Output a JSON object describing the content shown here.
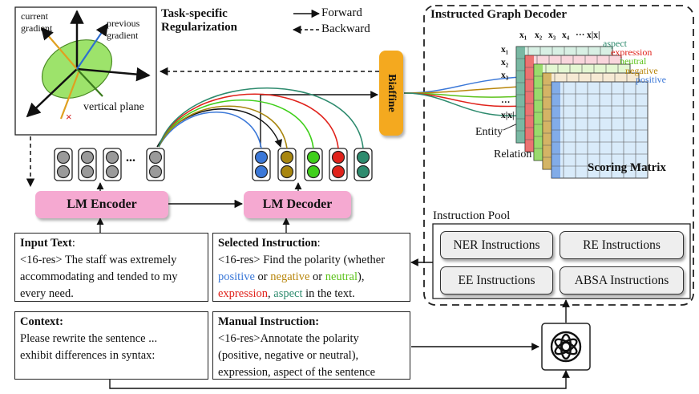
{
  "regularization": {
    "title_line1": "Task-specific",
    "title_line2": "Regularization",
    "current_gradient_line1": "current",
    "current_gradient_line2": "gradient",
    "previous_gradient_line1": "previous",
    "previous_gradient_line2": "gradient",
    "vertical_plane": "vertical plane"
  },
  "legend": {
    "forward": "Forward",
    "backward": "Backward"
  },
  "decoder_panel": {
    "title": "Instructed Graph Decoder",
    "col_headers": [
      "x₁",
      "x₂",
      "x₃",
      "x₄",
      "···",
      "x|x|"
    ],
    "row_headers": [
      "x₁",
      "x₂",
      "x₃",
      "···",
      "x|x|"
    ],
    "layers": [
      {
        "label": "aspect",
        "color": "#2e8b6e"
      },
      {
        "label": "expression",
        "color": "#e0221b"
      },
      {
        "label": "neutral",
        "color": "#5cc21a"
      },
      {
        "label": "negative",
        "color": "#b8860b"
      },
      {
        "label": "positive",
        "color": "#3b78d8"
      }
    ],
    "entity_label": "Entity",
    "relation_label": "Relation",
    "scoring_matrix": "Scoring Matrix"
  },
  "biaffine": "Biaffine",
  "encoder": {
    "label": "LM Encoder",
    "ellipsis": "..."
  },
  "decoder": {
    "label": "LM Decoder"
  },
  "token_colors": [
    "#3b78d8",
    "#a8860f",
    "#3fcf1a",
    "#e0221b",
    "#2e8b6e"
  ],
  "input_text": {
    "title": "Input Text",
    "title_suffix": ":",
    "body": "<16-res> The staff was extremely accommodating and tended to my every need."
  },
  "selected_instruction": {
    "title": "Selected Instruction",
    "title_suffix": ":",
    "prefix": "<16-res> Find the polarity (whether",
    "w_positive": "positive",
    "or1": " or ",
    "w_negative": "negative",
    "or2": " or ",
    "w_neutral": "neutral",
    "close": "),",
    "w_expression": "expression",
    "comma": ", ",
    "w_aspect": "aspect",
    "suffix": " in the text."
  },
  "context": {
    "title": "Context:",
    "line1": "Please rewrite the sentence ...",
    "line2": "exhibit differences in syntax:"
  },
  "manual_instruction": {
    "title": "Manual Instruction:",
    "line1": "<16-res>Annotate the polarity",
    "line2": "(positive, negative or neutral),",
    "line3": "expression, aspect of the sentence"
  },
  "instruction_pool": {
    "title": "Instruction Pool",
    "items": [
      "NER Instructions",
      "RE Instructions",
      "EE Instructions",
      "ABSA Instructions"
    ]
  },
  "colors": {
    "pink": "#f5a9d1",
    "biaffine": "#f4a91f",
    "ellipse": "#9de36b",
    "positive": "#3b78d8",
    "negative": "#b8860b",
    "neutral": "#5cc21a",
    "expression": "#e0221b",
    "aspect": "#2e8b6e"
  }
}
